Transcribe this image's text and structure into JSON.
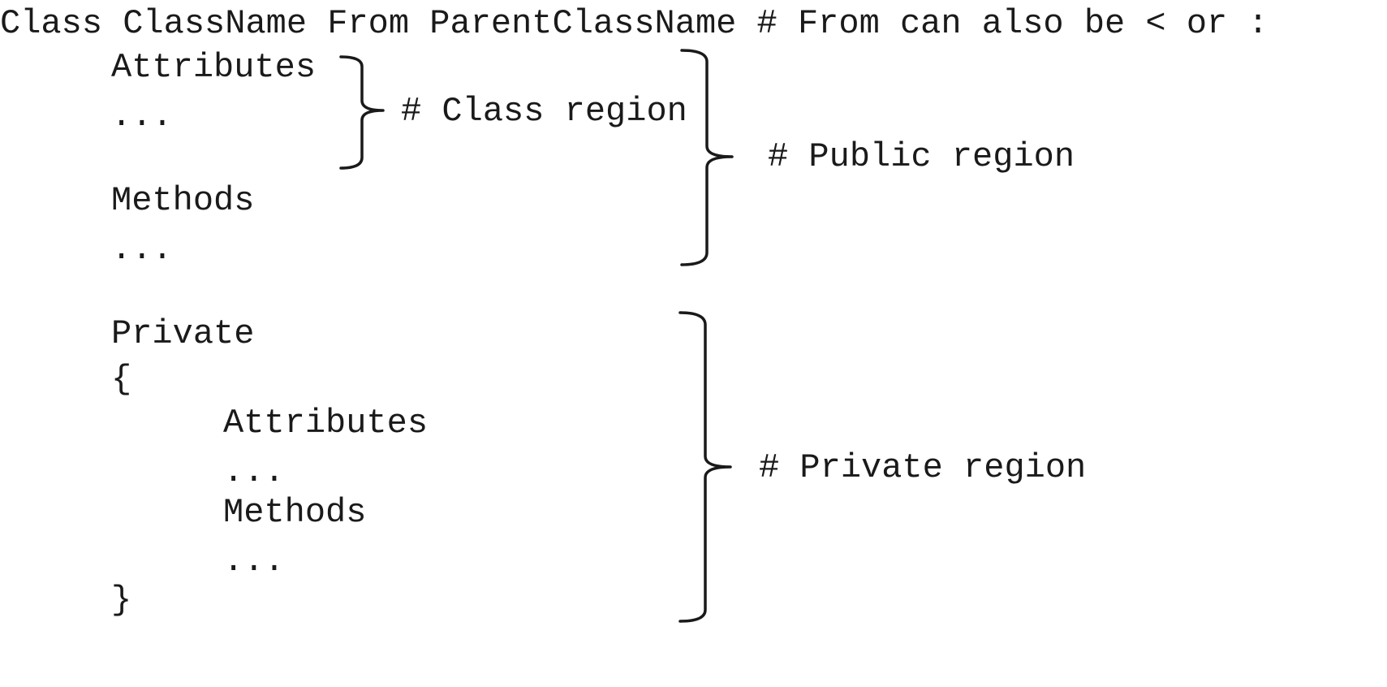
{
  "code": {
    "header": "Class ClassName From ParentClassName # From can also be < or :",
    "class_attributes": "Attributes",
    "class_attributes_ellipsis": "...",
    "class_methods": "Methods",
    "class_methods_ellipsis": "...",
    "private_keyword": "Private",
    "open_brace": "{",
    "private_attributes": "Attributes",
    "private_attributes_ellipsis": "...",
    "private_methods": "Methods",
    "private_methods_ellipsis": "...",
    "close_brace": "}"
  },
  "annotations": {
    "class_region": "# Class region",
    "public_region": "# Public region",
    "private_region": "# Private region"
  }
}
